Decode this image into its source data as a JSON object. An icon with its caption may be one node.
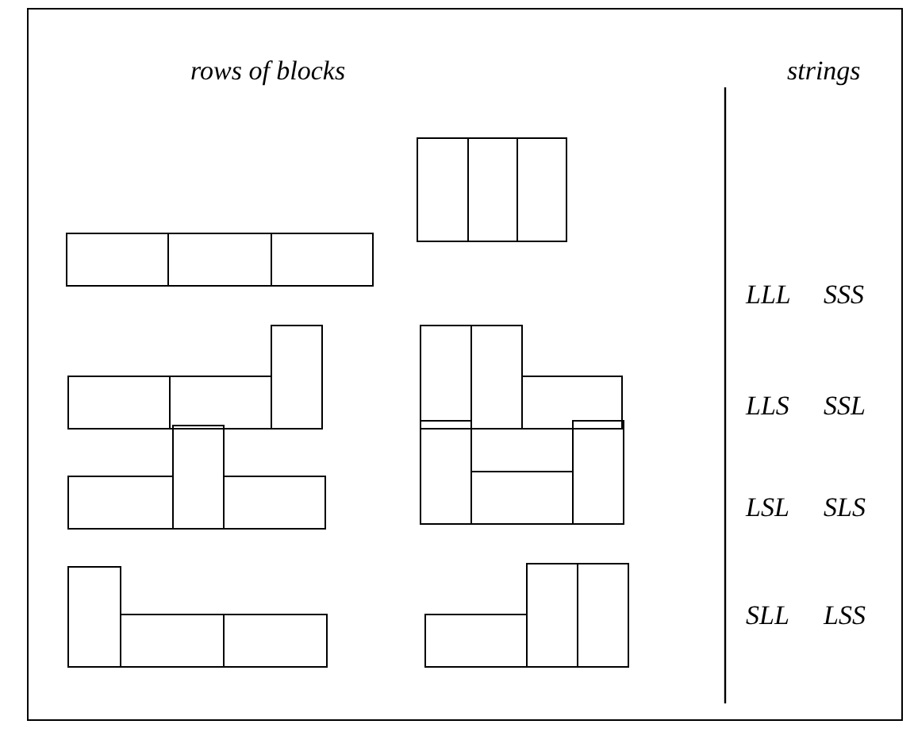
{
  "diagram": {
    "labels": [
      "rows of blocks",
      "strings",
      "LLL",
      "SSS",
      "LLS",
      "SSL",
      "LSL",
      "SLS",
      "SLL",
      "LSS"
    ]
  }
}
